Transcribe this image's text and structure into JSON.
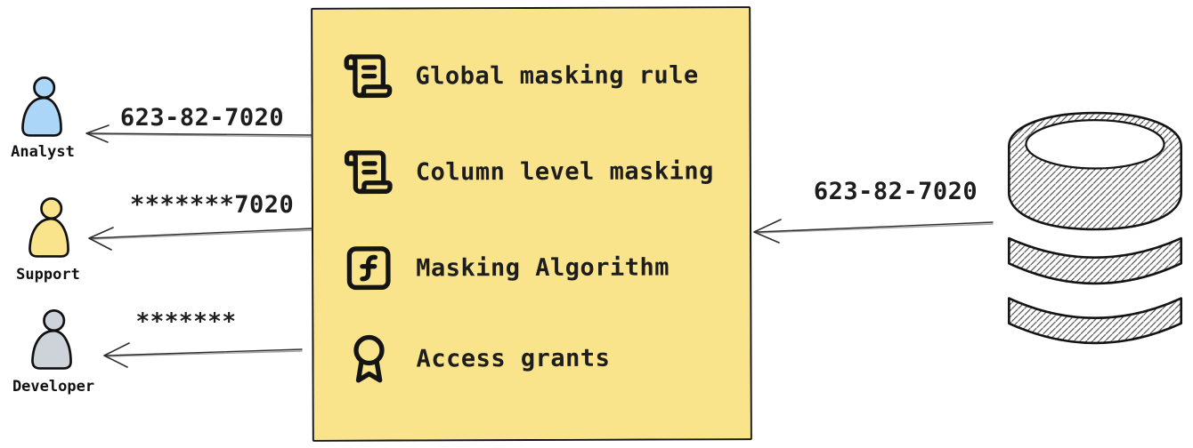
{
  "diagram": {
    "background": "#ffffff",
    "stroke_color": "#161616",
    "arrow_color": "#2e2e2e"
  },
  "masking_box": {
    "fill": "#FAE48B",
    "items": [
      {
        "icon": "scroll-icon",
        "label": "Global masking rule"
      },
      {
        "icon": "scroll-icon",
        "label": "Column level masking"
      },
      {
        "icon": "function-square-icon",
        "label": "Masking Algorithm"
      },
      {
        "icon": "award-icon",
        "label": "Access grants"
      }
    ]
  },
  "source_database": {
    "icon": "database-icon",
    "value": "623-82-7020"
  },
  "personas": [
    {
      "icon": "person-icon",
      "name": "Analyst",
      "value": "623-82-7020",
      "color": "#ABD6F8"
    },
    {
      "icon": "person-icon",
      "name": "Support",
      "value": "*******7020",
      "color": "#FAE48B"
    },
    {
      "icon": "person-icon",
      "name": "Developer",
      "value": "*******",
      "color": "#CDD3D9"
    }
  ]
}
